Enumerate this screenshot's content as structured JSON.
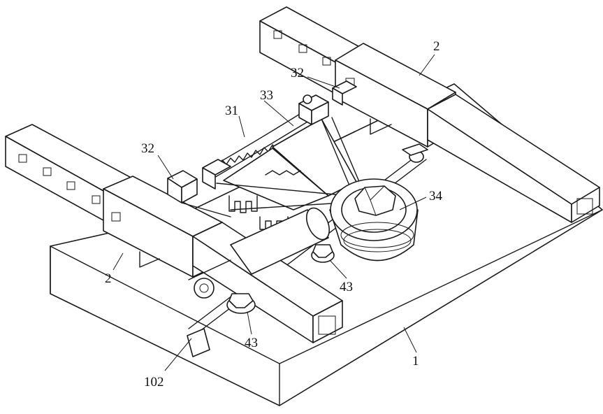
{
  "labels": {
    "l2_top": "2",
    "l32_top": "32",
    "l33": "33",
    "l31": "31",
    "l32_left": "32",
    "l34": "34",
    "l2_left": "2",
    "l43_right": "43",
    "l43_bottom": "43",
    "l1": "1",
    "l102": "102"
  }
}
